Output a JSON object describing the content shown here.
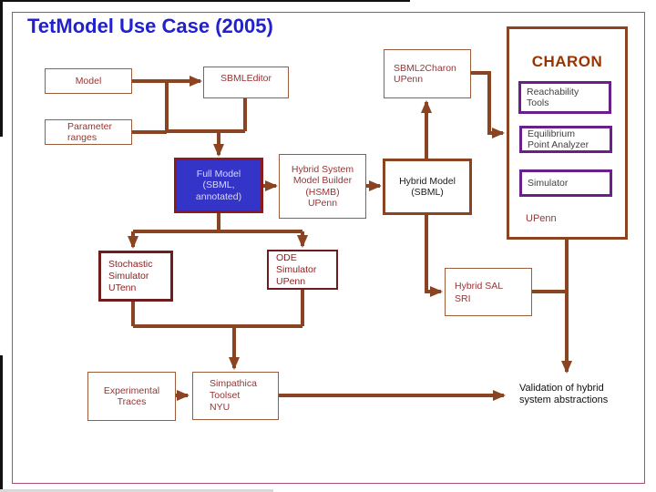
{
  "slide": {
    "title": "TetModel Use Case (2005)"
  },
  "colors": {
    "title_blue": "#2121cd",
    "connector_brown": "#8b4422",
    "box_text_red": "#993333",
    "full_model_fill": "#3434c8",
    "full_model_text": "#d9d9f7",
    "purple_border": "#6b1f8a",
    "charon_title_text": "#993300",
    "slide_border": "#b04878"
  },
  "nodes": {
    "model": {
      "label": "Model"
    },
    "parameter_ranges": {
      "label": "Parameter\nranges"
    },
    "sbml_editor": {
      "label": "SBMLEditor"
    },
    "sbml2charon": {
      "label": "SBML2Charon\nUPenn"
    },
    "full_model": {
      "label": "Full Model\n(SBML,\nannotated)"
    },
    "hsmb": {
      "label": "Hybrid System\nModel Builder\n(HSMB)\nUPenn"
    },
    "hybrid_model": {
      "label": "Hybrid Model\n(SBML)"
    },
    "stochastic_simulator": {
      "label": "Stochastic\nSimulator\nUTenn"
    },
    "ode_simulator": {
      "label": "ODE\nSimulator\nUPenn"
    },
    "hybrid_sal": {
      "label": "Hybrid SAL\nSRI"
    },
    "experimental_traces": {
      "label": "Experimental\nTraces"
    },
    "simpathica": {
      "label": "Simpathica\nToolset\nNYU"
    },
    "validation": {
      "label": "Validation of hybrid\nsystem abstractions"
    },
    "charon": {
      "title": "CHARON",
      "owner": "UPenn",
      "tools": [
        {
          "label": "Reachability\nTools"
        },
        {
          "label": "Equilibrium\nPoint Analyzer"
        },
        {
          "label": "Simulator"
        }
      ]
    }
  },
  "edges": [
    {
      "from": "model",
      "to": "sbml_editor",
      "arrow": true
    },
    {
      "from": "parameter_ranges",
      "to": "full_model",
      "arrow": true
    },
    {
      "from": "sbml_editor",
      "to": "full_model",
      "arrow": true
    },
    {
      "from": "full_model",
      "to": "hsmb",
      "arrow": true
    },
    {
      "from": "hsmb",
      "to": "hybrid_model",
      "arrow": true
    },
    {
      "from": "hybrid_model",
      "to": "sbml2charon",
      "arrow": true
    },
    {
      "from": "sbml2charon",
      "to": "charon",
      "arrow": true
    },
    {
      "from": "charon",
      "to": "validation",
      "arrow": true
    },
    {
      "from": "hybrid_model",
      "to": "hybrid_sal",
      "arrow": true
    },
    {
      "from": "hybrid_sal",
      "to": "validation",
      "arrow": true
    },
    {
      "from": "full_model",
      "to": "stochastic_simulator",
      "arrow": true
    },
    {
      "from": "full_model",
      "to": "ode_simulator",
      "arrow": true
    },
    {
      "from": "stochastic_simulator",
      "to": "simpathica",
      "arrow": true
    },
    {
      "from": "ode_simulator",
      "to": "simpathica",
      "arrow": true
    },
    {
      "from": "experimental_traces",
      "to": "simpathica",
      "arrow": true
    },
    {
      "from": "simpathica",
      "to": "validation",
      "arrow": true
    }
  ]
}
